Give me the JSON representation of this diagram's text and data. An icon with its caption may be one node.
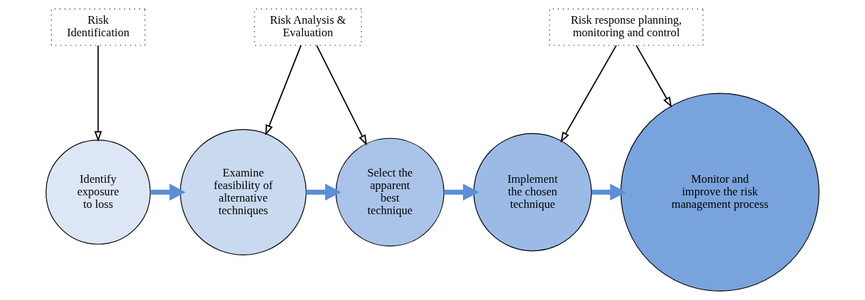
{
  "diagram": {
    "nodes": [
      {
        "text": [
          "Risk Identification"
        ]
      },
      {
        "text": [
          "Risk Analysis & Evaluation"
        ]
      },
      {
        "text": [
          "Risk response planning, monitoring and control"
        ]
      },
      {
        "text": [
          "Identify exposure to loss"
        ]
      },
      {
        "text": [
          "Examine feasibility of alternative techniques"
        ]
      },
      {
        "text": [
          "Select the apparent best technique"
        ]
      },
      {
        "text": [
          "Implement the chosen technique"
        ]
      },
      {
        "text": [
          "Monitor and improve the risk management process"
        ]
      }
    ],
    "edges": [
      {
        "from": 0,
        "to": 3,
        "arrow": "to"
      },
      {
        "from": 1,
        "to": 4,
        "arrow": "to"
      },
      {
        "from": 1,
        "to": 5,
        "arrow": "to"
      },
      {
        "from": 2,
        "to": 6,
        "arrow": "to"
      },
      {
        "from": 2,
        "to": 7,
        "arrow": "to"
      },
      {
        "from": 3,
        "to": 4,
        "arrow": "to",
        "style": "thick",
        "color": "#5b8fd6"
      },
      {
        "from": 4,
        "to": 5,
        "arrow": "to",
        "style": "thick",
        "color": "#5b8fd6"
      },
      {
        "from": 5,
        "to": 6,
        "arrow": "to",
        "style": "thick",
        "color": "#5b8fd6"
      },
      {
        "from": 6,
        "to": 7,
        "arrow": "to",
        "style": "thick",
        "color": "#5b8fd6"
      }
    ]
  }
}
